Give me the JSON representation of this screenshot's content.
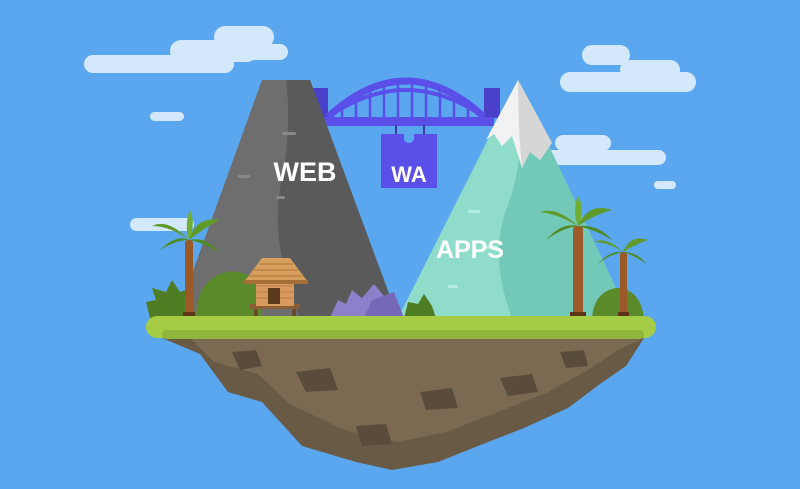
{
  "labels": {
    "web": "WEB",
    "apps": "APPS",
    "bridge_sign": "WA"
  },
  "colors": {
    "sky": "#5aa7ef",
    "cloud": "#d3e8fb",
    "bridge": "#5b4fe9",
    "web_mountain_light": "#6e6e6e",
    "web_mountain_dark": "#565656",
    "apps_mountain_light": "#8fdcca",
    "apps_mountain_dark": "#6fc7b4",
    "snow": "#f2f2f2",
    "grass": "#a6cc45",
    "soil": "#695a45",
    "hut": "#d89a5d",
    "palm_leaf": "#5f9a2b",
    "palm_trunk": "#9c5a28",
    "bush_purple": "#8b80c9"
  },
  "icons": [
    "cloud-icon",
    "bridge-icon",
    "mountain-web-icon",
    "mountain-apps-icon",
    "snow-cap-icon",
    "palm-tree-icon",
    "hut-icon",
    "bush-icon",
    "floating-island-icon"
  ]
}
